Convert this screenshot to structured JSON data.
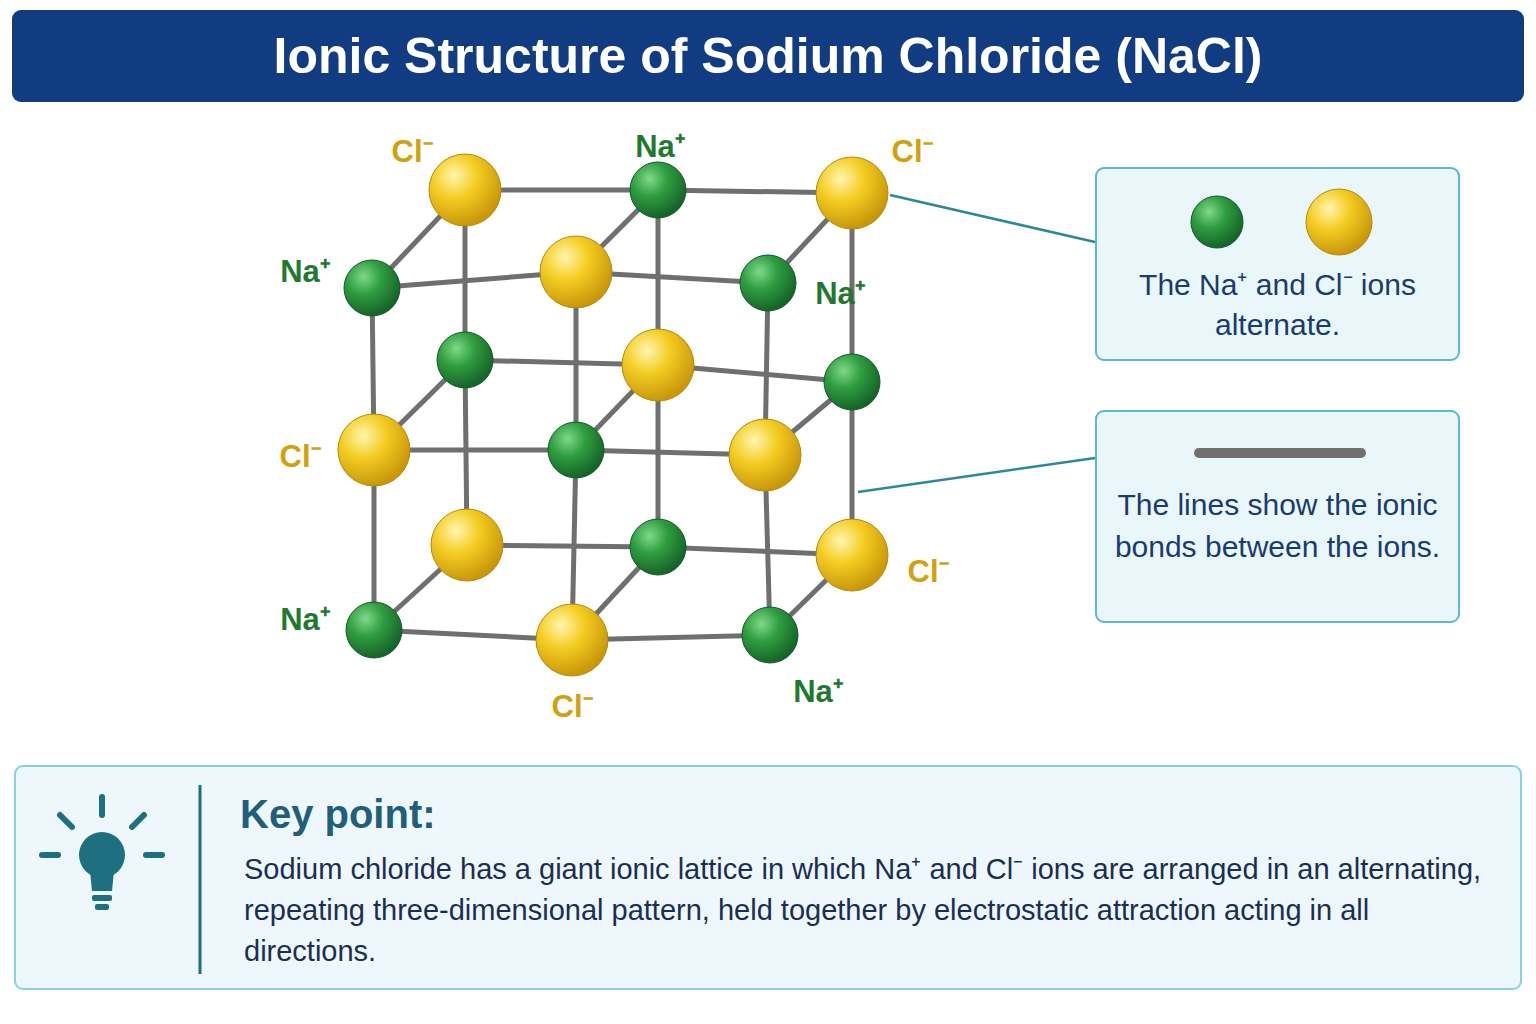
{
  "diagram": {
    "title": "Ionic Structure of Sodium Chloride (NaCl)",
    "nodes": [
      {
        "text": [
          "The Na⁺ and Cl⁻ ions alternate."
        ]
      },
      {
        "text": [
          "The lines show the ionic bonds between the ions."
        ]
      },
      {
        "text": [
          "Key point:",
          "Sodium chloride has a giant ionic lattice in which Na⁺ and Cl⁻ ions are arranged in an alternating, repeating three-dimensional pattern, held together by electrostatic attraction acting in all directions."
        ]
      }
    ],
    "labels": [
      "Cl⁻",
      "Na⁺",
      "Cl⁻",
      "Na⁺",
      "Na⁺",
      "Cl⁻",
      "Cl⁻",
      "Na⁺",
      "Cl⁻",
      "Na⁺"
    ]
  }
}
